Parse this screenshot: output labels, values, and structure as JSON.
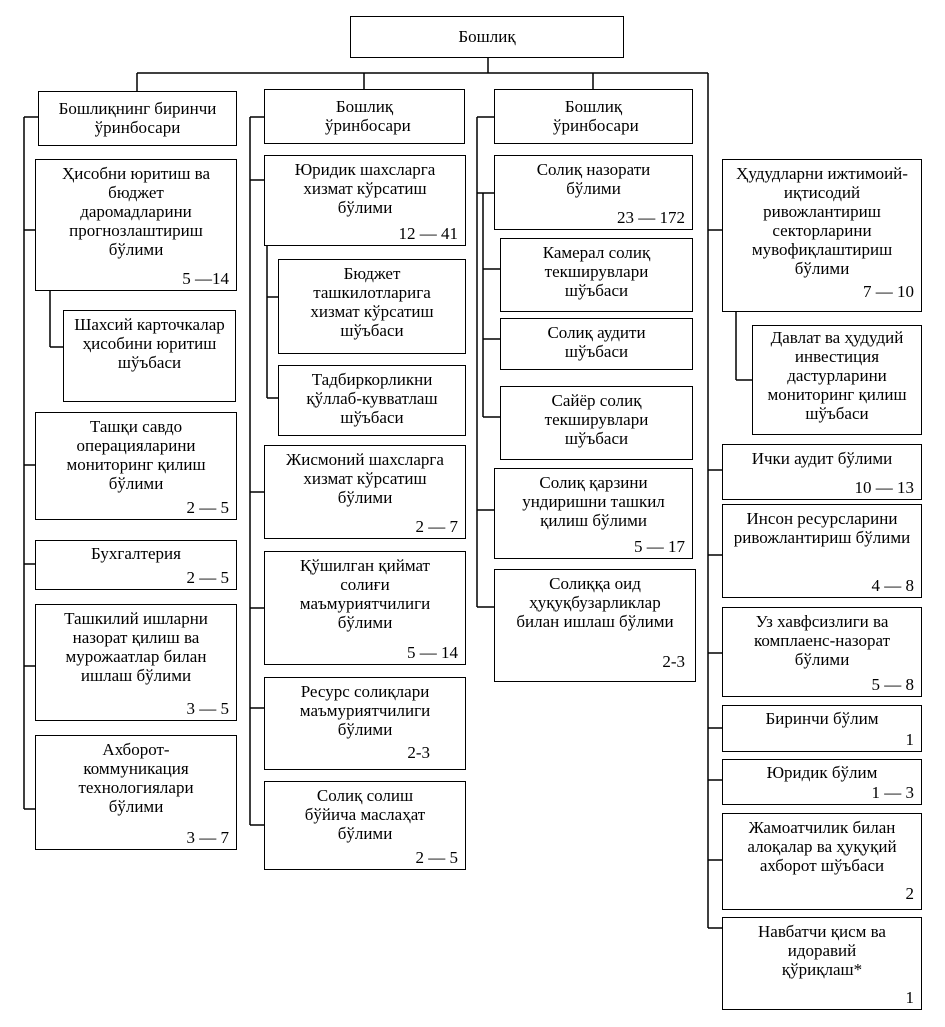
{
  "head": "Бошлиқ",
  "deputies": {
    "first": "Бошлиқнинг биринчи ўринбосари",
    "second": "Бошлиқ ўринбосари",
    "third": "Бошлиқ ўринбосари"
  },
  "col1": {
    "forecast": {
      "title": "Ҳисобни юритиш ва бюджет даромадларини прогнозлаштириш бўлими",
      "staff": "5 —14"
    },
    "cards": {
      "title": "Шахсий карточкалар ҳисобини юритиш шўъбаси"
    },
    "trade": {
      "title": "Ташқи савдо операцияларини мониторинг қилиш бўлими",
      "staff": "2 — 5"
    },
    "accounting": {
      "title": "Бухгалтерия",
      "staff": "2 — 5"
    },
    "control": {
      "title": "Ташкилий ишларни назорат қилиш ва мурожаатлар билан ишлаш бўлими",
      "staff": "3 — 5"
    },
    "ict": {
      "title": "Ахборот-коммуникация технологиялари бўлими",
      "staff": "3 — 7"
    }
  },
  "col2": {
    "legal": {
      "title": "Юридик шахсларга хизмат кўрсатиш бўлими",
      "staff": "12 — 41"
    },
    "budget_orgs": {
      "title": "Бюджет ташкилотларига хизмат кўрсатиш шўъбаси"
    },
    "business": {
      "title": "Тадбиркорликни қўллаб-кувватлаш шўъбаси"
    },
    "individuals": {
      "title": "Жисмоний шахсларга хизмат кўрсатиш бўлими",
      "staff": "2 — 7"
    },
    "vat": {
      "title": "Қўшилган қиймат солиғи маъмуриятчилиги бўлими",
      "staff": "5 — 14"
    },
    "resource": {
      "title": "Ресурс солиқлари маъмуриятчилиги бўлими",
      "staff": "2-3"
    },
    "consult": {
      "title": "Солиқ солиш бўйича маслаҳат бўлими",
      "staff": "2 — 5"
    }
  },
  "col3": {
    "tax_control": {
      "title": "Солиқ назорати бўлими",
      "staff": "23 — 172"
    },
    "cameral": {
      "title": "Камерал солиқ текширувлари шўъбаси"
    },
    "audit": {
      "title": "Солиқ аудити шўъбаси"
    },
    "field": {
      "title": "Сайёр солиқ текширувлари шўъбаси"
    },
    "debt": {
      "title": "Солиқ қарзини ундиришни ташкил қилиш бўлими",
      "staff": "5 — 17"
    },
    "offenses": {
      "title": "Солиққа оид ҳуқуқбузарликлар билан ишлаш бўлими",
      "staff": "2-3"
    }
  },
  "col4": {
    "regional": {
      "title": "Ҳудудларни ижтимоий-иқтисодий ривожлантириш секторларини мувофиқлаштириш бўлими",
      "staff": "7 — 10"
    },
    "invest": {
      "title": "Давлат ва ҳудудий инвестиция дастурларини мониторинг қилиш шўъбаси"
    },
    "internal_audit": {
      "title": "Ички аудит бўлими",
      "staff": "10 — 13"
    },
    "hr": {
      "title": "Инсон ресурсларини ривожлантириш бўлими",
      "staff": "4 — 8"
    },
    "compliance": {
      "title": "Уз хавфсизлиги ва комплаенс-назорат бўлими",
      "staff": "5 — 8"
    },
    "first_dept": {
      "title": "Биринчи бўлим",
      "staff": "1"
    },
    "legal_dept": {
      "title": "Юридик бўлим",
      "staff": "1 — 3"
    },
    "pr": {
      "title": "Жамоатчилик билан алоқалар ва ҳуқуқий ахборот шўъбаси",
      "staff": "2"
    },
    "duty": {
      "title": "Навбатчи қисм ва идоравий қўриқлаш*",
      "staff": "1"
    }
  }
}
